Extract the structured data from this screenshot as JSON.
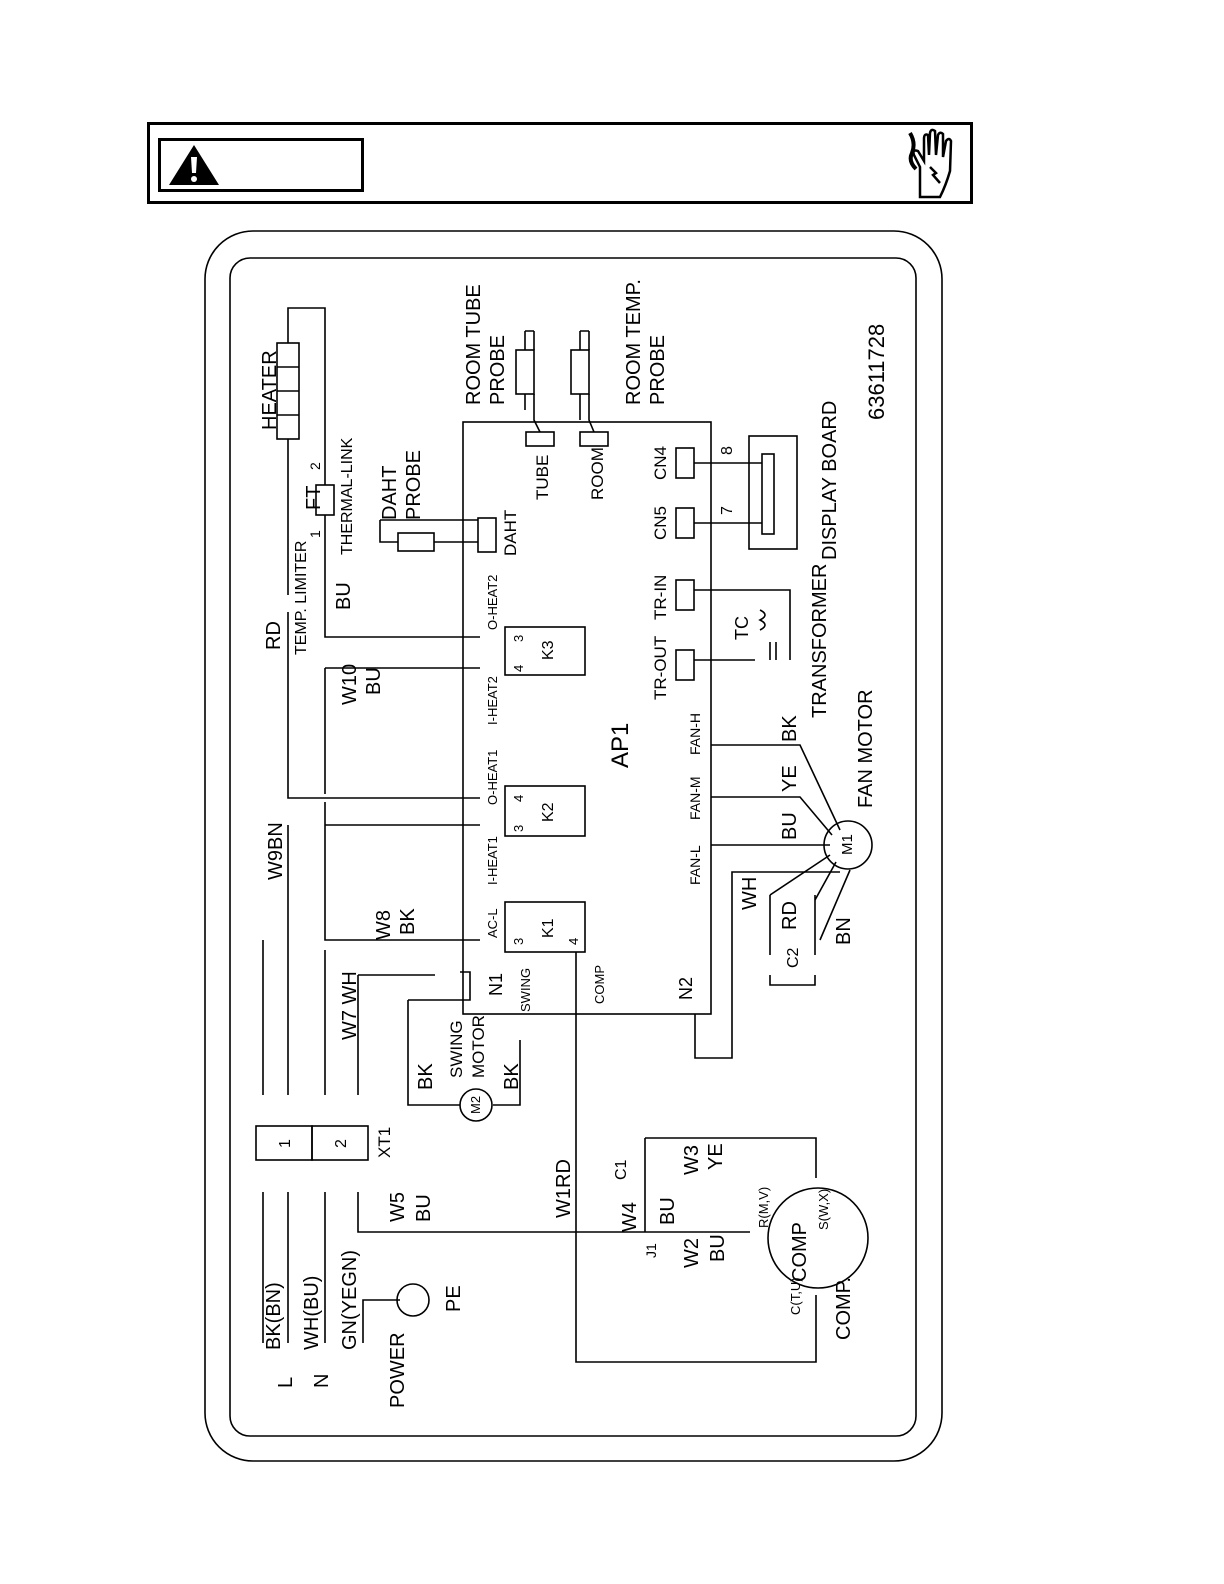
{
  "warning_banner": {
    "label": "",
    "icons": [
      "warning-triangle-icon",
      "electric-shock-hand-icon"
    ]
  },
  "diagram": {
    "part_number": "63611728",
    "labels": {
      "heater": "HEATER",
      "ft": "FT",
      "thermal_link": "THERMAL-LINK",
      "ft_pin1": "1",
      "ft_pin2": "2",
      "rd": "RD",
      "temp_limiter": "TEMP. LIMITER",
      "bu_heater": "BU",
      "w10": "W10",
      "w10_bu": "BU",
      "w9bn": "W9BN",
      "w8": "W8",
      "w8_bk": "BK",
      "w7wh": "W7 WH",
      "room_tube_probe_1": "ROOM TUBE",
      "room_tube_probe_2": "PROBE",
      "room_temp_probe_1": "ROOM TEMP.",
      "room_temp_probe_2": "PROBE",
      "daht_probe_1": "DAHT",
      "daht_probe_2": "PROBE",
      "daht_conn": "DAHT",
      "tube_conn": "TUBE",
      "room_conn": "ROOM",
      "cn4": "CN4",
      "cn5": "CN5",
      "cn4_pin": "8",
      "cn5_pin": "7",
      "display_board": "DISPLAY BOARD",
      "tr_in": "TR-IN",
      "tr_out": "TR-OUT",
      "tc": "TC",
      "transformer": "TRANSFORMER",
      "o_heat2": "O-HEAT2",
      "i_heat2": "I-HEAT2",
      "o_heat1": "O-HEAT1",
      "i_heat1": "I-HEAT1",
      "ac_l": "AC-L",
      "k3": "K3",
      "k3_p3": "3",
      "k3_p4": "4",
      "k2": "K2",
      "k2_p3": "3",
      "k2_p4": "4",
      "k1": "K1",
      "k1_p3": "3",
      "k1_p4": "4",
      "ap1": "AP1",
      "fan_h": "FAN-H",
      "fan_m": "FAN-M",
      "fan_l": "FAN-L",
      "bk_fan": "BK",
      "ye_fan": "YE",
      "bu_fan": "BU",
      "wh_fan": "WH",
      "rd_fan": "RD",
      "bn_fan": "BN",
      "c2": "C2",
      "m1": "M1",
      "fan_motor": "FAN  MOTOR",
      "n1": "N1",
      "swing": "SWING",
      "comp_pin": "COMP",
      "n2": "N2",
      "swing_motor_1": "SWING",
      "swing_motor_2": "MOTOR",
      "bk_sw1": "BK",
      "bk_sw2": "BK",
      "m2": "M2",
      "xt1": "XT1",
      "xt1_p1": "1",
      "xt1_p2": "2",
      "w5": "W5",
      "w5_bu": "BU",
      "w1rd": "W1RD",
      "c1": "C1",
      "w3": "W3",
      "w3_ye": "YE",
      "w4": "W4",
      "w4_bu": "BU",
      "j1": "J1",
      "w2": "W2",
      "w2_bu": "BU",
      "r_mv": "R(M,V)",
      "s_wx": "S(W,X)",
      "c_tu": "C(T,U)",
      "comp": "COMP",
      "comp_dot": "COMP.",
      "bk_bn": "BK(BN)",
      "wh_bu": "WH(BU)",
      "gn_yegn": "GN(YEGN)",
      "pe": "PE",
      "l": "L",
      "n": "N",
      "power": "POWER"
    }
  }
}
